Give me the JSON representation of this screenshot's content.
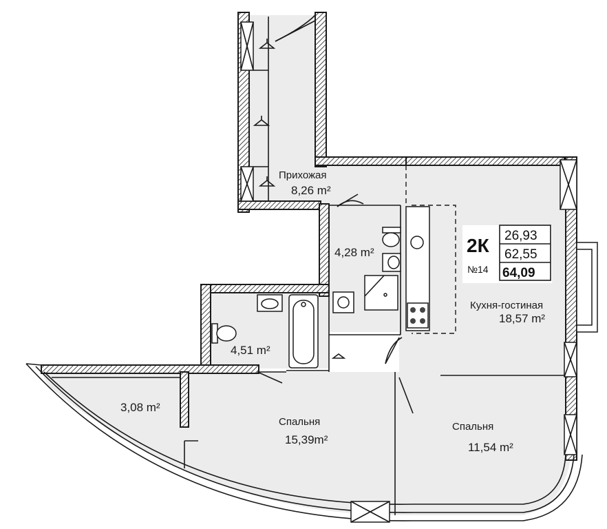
{
  "rooms": {
    "hallway": {
      "name": "Прихожая",
      "area": "8,26 m²"
    },
    "bath_small": {
      "area": "4,28 m²"
    },
    "bath_large": {
      "area": "4,51 m²"
    },
    "storage": {
      "area": "3,08 m²"
    },
    "kitchen_living": {
      "name": "Кухня-гостиная",
      "area": "18,57 m²"
    },
    "bedroom_1": {
      "name": "Спальня",
      "area": "15,39m²"
    },
    "bedroom_2": {
      "name": "Спальня",
      "area": "11,54 m²"
    }
  },
  "badge": {
    "type": "2К",
    "number": "№14",
    "living_area": "26,93",
    "total_area": "62,55",
    "total_with_balcony": "64,09"
  }
}
